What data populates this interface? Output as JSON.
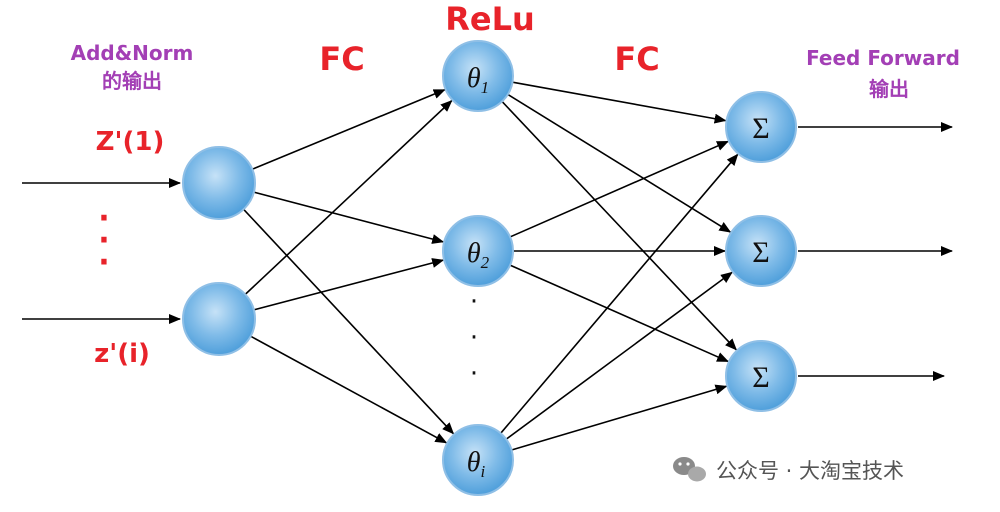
{
  "labels": {
    "input_title_line1": "Add&Norm",
    "input_title_line2": "的输出",
    "input_top": "Z'(1)",
    "input_bottom": "z'(i)",
    "fc_left": "FC",
    "relu": "ReLu",
    "fc_right": "FC",
    "output_title_line1": "Feed Forward",
    "output_title_line2": "输出"
  },
  "hidden_nodes": [
    {
      "symbol": "θ",
      "sub": "1"
    },
    {
      "symbol": "θ",
      "sub": "2"
    },
    {
      "symbol": "θ",
      "sub": "i"
    }
  ],
  "output_nodes": [
    {
      "symbol": "Σ"
    },
    {
      "symbol": "Σ"
    },
    {
      "symbol": "Σ"
    }
  ],
  "ellipsis_dot": "·",
  "watermark": "公众号 · 大淘宝技术",
  "colors": {
    "purple": "#a33fb5",
    "red": "#e8232a",
    "node_fill": "#5aa7e0",
    "node_stroke": "#8fbfe6"
  }
}
